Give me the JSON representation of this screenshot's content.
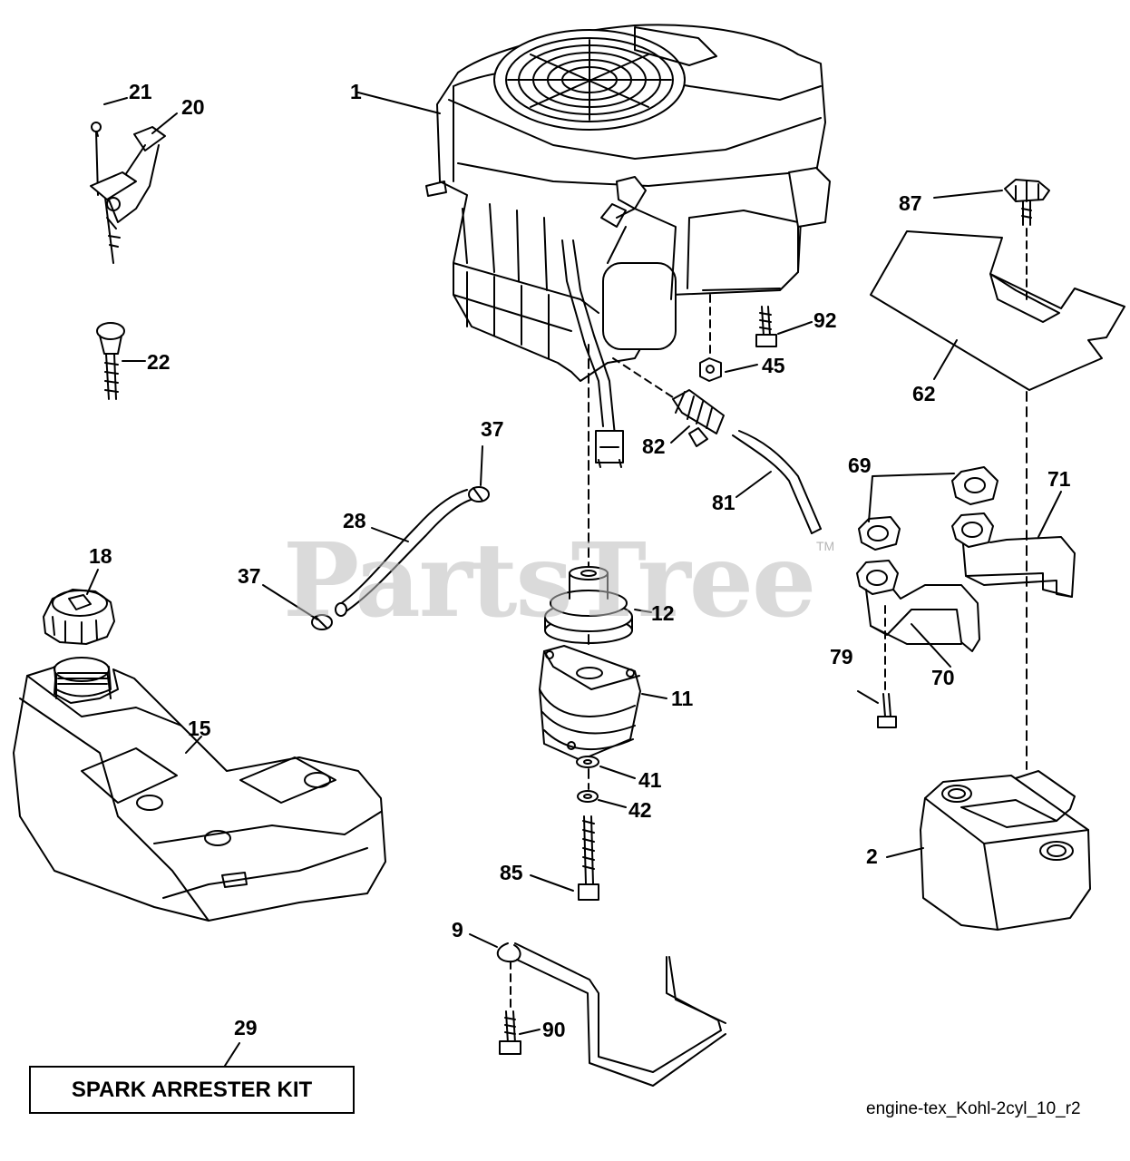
{
  "watermark": {
    "text": "PartsTree",
    "tm": "TM"
  },
  "kit_label": "SPARK ARRESTER KIT",
  "reference_code": "engine-tex_Kohl-2cyl_10_r2",
  "callouts": {
    "c1": "1",
    "c2": "2",
    "c9": "9",
    "c11": "11",
    "c12": "12",
    "c15": "15",
    "c18": "18",
    "c20": "20",
    "c21": "21",
    "c22": "22",
    "c28": "28",
    "c29": "29",
    "c37a": "37",
    "c37b": "37",
    "c41": "41",
    "c42": "42",
    "c45": "45",
    "c62": "62",
    "c69": "69",
    "c70": "70",
    "c71": "71",
    "c79": "79",
    "c81": "81",
    "c82": "82",
    "c85": "85",
    "c87": "87",
    "c90": "90",
    "c92": "92"
  }
}
